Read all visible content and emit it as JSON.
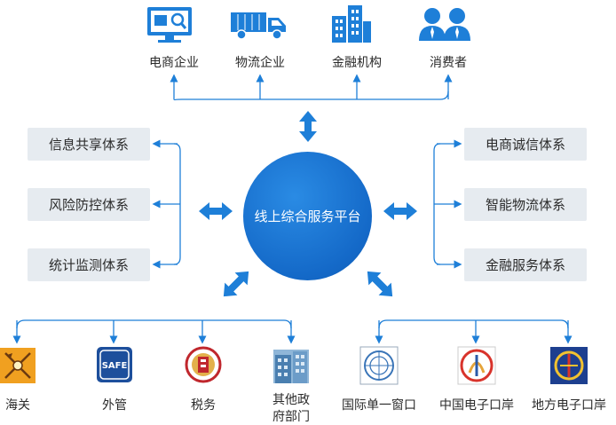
{
  "center": {
    "label": "线上综合服务平台"
  },
  "top_nodes": [
    {
      "label": "电商企业",
      "icon": "ecommerce-monitor-icon"
    },
    {
      "label": "物流企业",
      "icon": "delivery-truck-icon"
    },
    {
      "label": "金融机构",
      "icon": "bank-building-icon"
    },
    {
      "label": "消费者",
      "icon": "consumers-icon"
    }
  ],
  "left_systems": [
    {
      "label": "信息共享体系"
    },
    {
      "label": "风险防控体系"
    },
    {
      "label": "统计监测体系"
    }
  ],
  "right_systems": [
    {
      "label": "电商诚信体系"
    },
    {
      "label": "智能物流体系"
    },
    {
      "label": "金融服务体系"
    }
  ],
  "bottom_left_nodes": [
    {
      "label": "海关",
      "icon": "customs-emblem-icon"
    },
    {
      "label": "外管",
      "icon": "safe-emblem-icon",
      "icon_text": "SAFE"
    },
    {
      "label": "税务",
      "icon": "tax-emblem-icon"
    },
    {
      "label_line1": "其他政",
      "label_line2": "府部门",
      "icon": "government-building-icon"
    }
  ],
  "bottom_right_nodes": [
    {
      "label": "国际单一窗口",
      "icon": "un-emblem-icon"
    },
    {
      "label": "中国电子口岸",
      "icon": "china-eport-emblem-icon"
    },
    {
      "label": "地方电子口岸",
      "icon": "local-eport-emblem-icon"
    }
  ],
  "colors": {
    "accent": "#1e7fd8",
    "hub": "#1469c8",
    "box_bg": "#e6ebf0",
    "text": "#2a2a2a"
  }
}
